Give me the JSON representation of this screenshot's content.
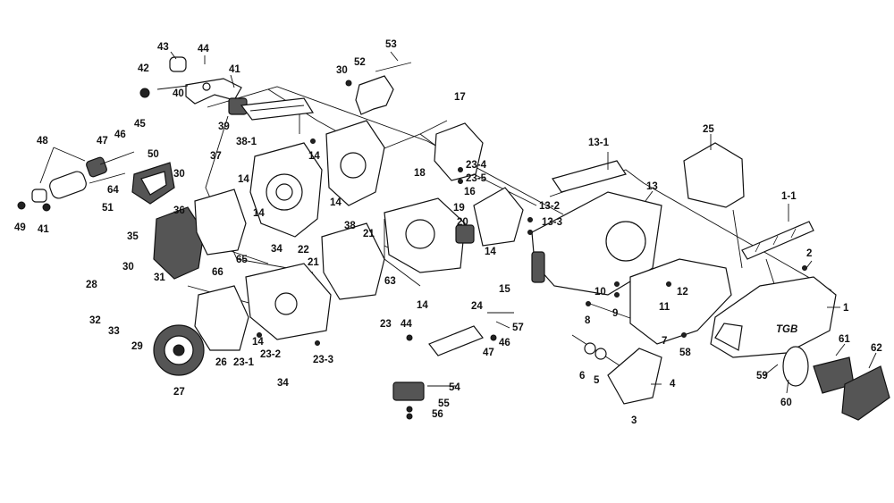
{
  "diagram": {
    "colors": {
      "ink": "#111111",
      "paper": "#ffffff",
      "dark": "#222222",
      "mid": "#555555"
    },
    "brand_mark": "TGB",
    "labels": [
      "43",
      "44",
      "42",
      "41",
      "40",
      "39",
      "38-1",
      "53",
      "52",
      "30",
      "45",
      "46",
      "47",
      "48",
      "49",
      "41",
      "50",
      "30",
      "37",
      "14",
      "14",
      "14",
      "38",
      "17",
      "18",
      "23-4",
      "23-5",
      "16",
      "19",
      "20",
      "13-1",
      "13",
      "25",
      "1-1",
      "36",
      "35",
      "51",
      "64",
      "34",
      "22",
      "21",
      "21",
      "14",
      "14",
      "63",
      "65",
      "66",
      "28",
      "32",
      "33",
      "29",
      "31",
      "30",
      "26",
      "27",
      "23-1",
      "23-2",
      "23-3",
      "34",
      "14",
      "24",
      "14",
      "13-2",
      "13-3",
      "15",
      "23",
      "44",
      "57",
      "46",
      "47",
      "54",
      "55",
      "56",
      "6",
      "5",
      "3",
      "4",
      "7",
      "8",
      "9",
      "10",
      "11",
      "12",
      "58",
      "59",
      "60",
      "61",
      "62",
      "1",
      "2"
    ]
  }
}
